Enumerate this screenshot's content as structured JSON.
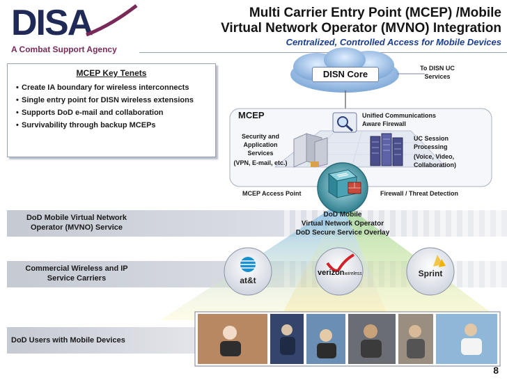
{
  "header": {
    "logo_text": "DISA",
    "tagline": "A Combat Support Agency",
    "title_line1": "Multi Carrier Entry Point (MCEP) /Mobile",
    "title_line2": "Virtual Network Operator (MVNO) Integration",
    "subtitle": "Centralized, Controlled Access for Mobile Devices"
  },
  "tenets": {
    "title": "MCEP Key Tenets",
    "items": [
      "Create IA boundary for wireless interconnects",
      "Single entry point for DISN wireless extensions",
      "Supports DoD e-mail and collaboration",
      "Survivability through backup MCEPs"
    ]
  },
  "diagram": {
    "disn_core": "DISN Core",
    "to_disn_uc": "To DISN UC Services",
    "mcep_title": "MCEP",
    "uc_firewall": "Unified Communications Aware Firewall",
    "security_services_line1": "Security and",
    "security_services_line2": "Application",
    "security_services_line3": "Services",
    "security_services_line4": "(VPN, E-mail, etc.)",
    "uc_session_line1": "UC Session",
    "uc_session_line2": "Processing",
    "uc_session_line3": "(Voice, Video,",
    "uc_session_line4": "Collaboration)",
    "mcep_access_point": "MCEP Access Point",
    "firewall_threat": "Firewall / Threat Detection",
    "overlay_line1": "DoD Mobile",
    "overlay_line2": "Virtual Network Operator",
    "overlay_line3": "DoD Secure Service Overlay"
  },
  "bands": {
    "mvno": "DoD Mobile Virtual Network Operator (MVNO) Service",
    "carriers": "Commercial Wireless and IP Service Carriers",
    "users": "DoD Users with Mobile Devices"
  },
  "carriers": {
    "att": "at&t",
    "verizon": "verizon",
    "verizon_sub": "wireless",
    "sprint": "Sprint"
  },
  "page_number": "8",
  "colors": {
    "navy": "#1f2a56",
    "plum": "#7a2a58",
    "subtitle_blue": "#1b3e8c",
    "cloud_blue": "#8fb4df",
    "gateway_teal": "#3a8a9a"
  }
}
